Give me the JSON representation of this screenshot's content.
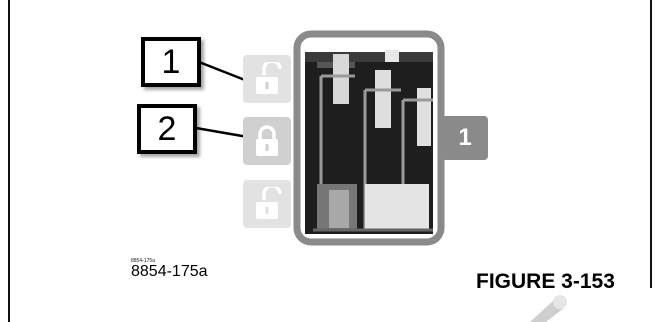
{
  "diagram": {
    "callouts": [
      "1",
      "2"
    ],
    "badge_label": "1",
    "small_code": "8854-175a",
    "code_label": "8854-175a",
    "figure_label": "FIGURE 3-153",
    "colors": {
      "lock_tile": "#d0d0d0",
      "housing_border": "#8a8a8a",
      "housing_inner": "#1e1e1e",
      "badge": "#8a8a8a"
    },
    "icons": [
      "unlocked-icon",
      "locked-icon",
      "unlocked-icon"
    ]
  }
}
